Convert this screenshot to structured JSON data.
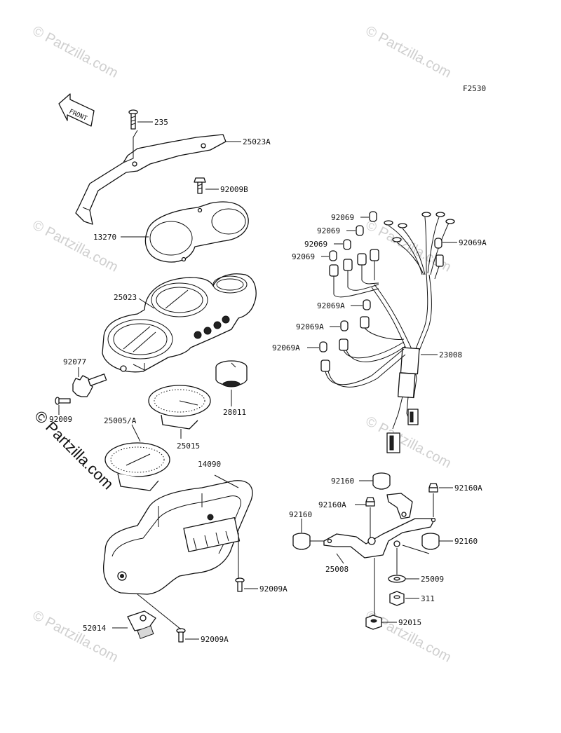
{
  "figure_code": "F2530",
  "front_label": "FRONT",
  "watermark": "© Partzilla.com",
  "brand_watermark": "© Partzilla.com",
  "labels": {
    "p235": "235",
    "p25023A": "25023A",
    "p92009B": "92009B",
    "p13270": "13270",
    "p25023": "25023",
    "p92077": "92077",
    "p92009": "92009",
    "p28011": "28011",
    "p25005A": "25005/A",
    "p25015": "25015",
    "p14090": "14090",
    "p92009A_1": "92009A",
    "p52014": "52014",
    "p92009A_2": "92009A",
    "p92069_1": "92069",
    "p92069_2": "92069",
    "p92069_3": "92069",
    "p92069_4": "92069",
    "p92069A_1": "92069A",
    "p92069A_2": "92069A",
    "p92069A_3": "92069A",
    "p92069A_4": "92069A",
    "p23008": "23008",
    "p92160_1": "92160",
    "p92160A_1": "92160A",
    "p92160A_2": "92160A",
    "p92160_2": "92160",
    "p92160_3": "92160",
    "p25008": "25008",
    "p25009": "25009",
    "p311": "311",
    "p92015": "92015"
  }
}
